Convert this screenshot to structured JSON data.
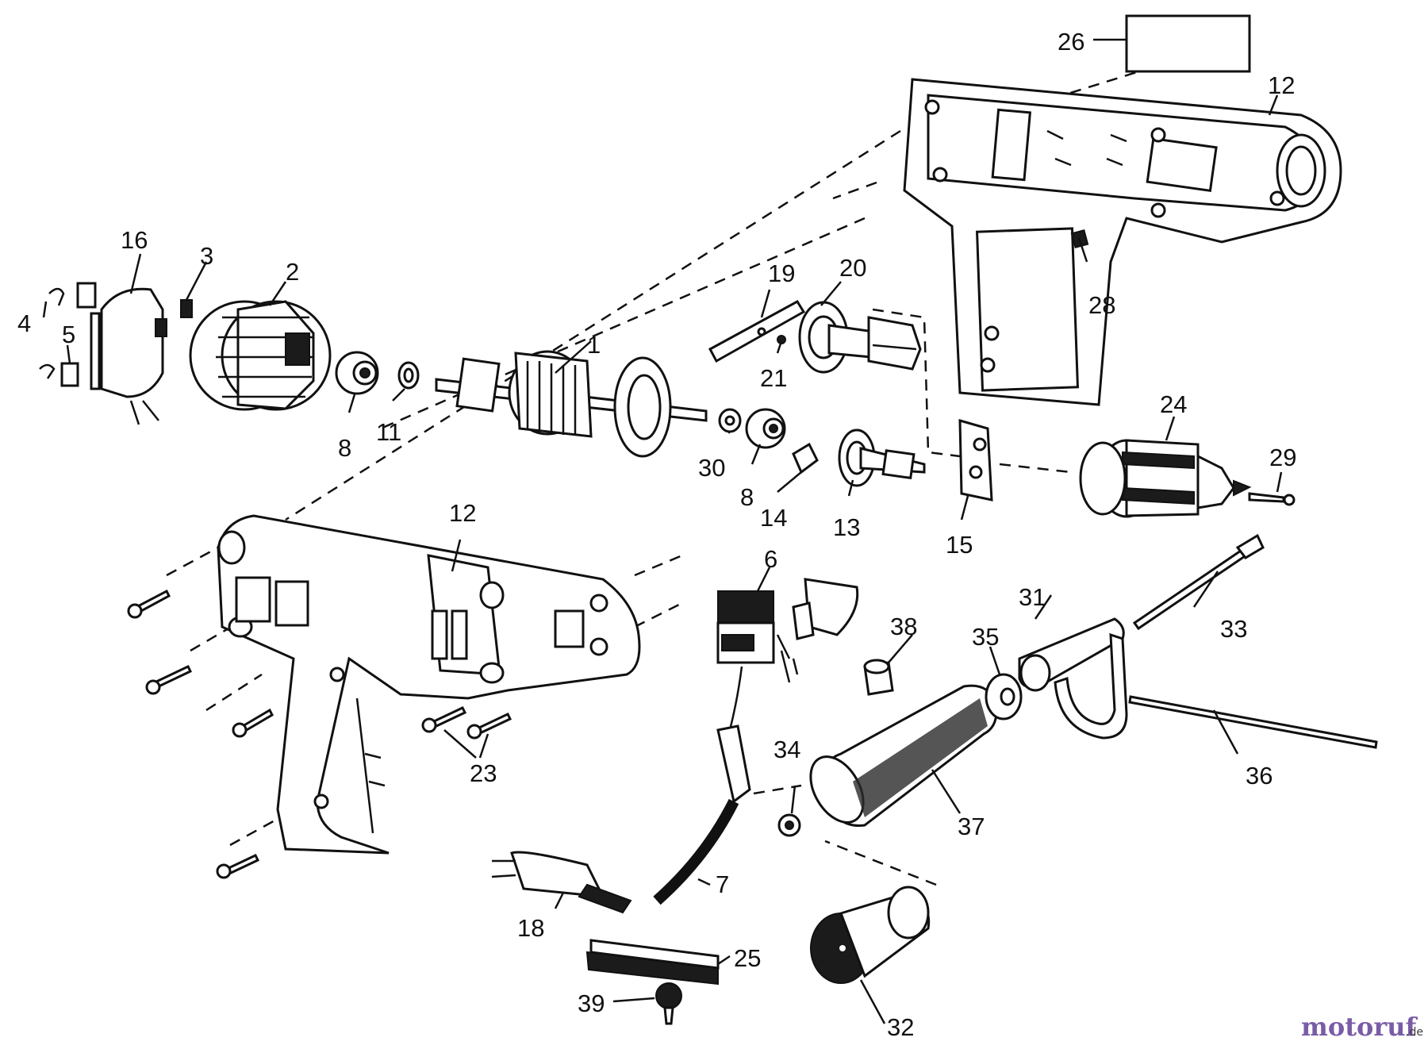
{
  "diagram": {
    "part_numbers": {
      "p1": "1",
      "p2": "2",
      "p3": "3",
      "p4": "4",
      "p5": "5",
      "p6": "6",
      "p7": "7",
      "p8a": "8",
      "p8b": "8",
      "p11": "11",
      "p12a": "12",
      "p12b": "12",
      "p13": "13",
      "p14": "14",
      "p15": "15",
      "p16": "16",
      "p18": "18",
      "p19": "19",
      "p20": "20",
      "p21": "21",
      "p23": "23",
      "p24": "24",
      "p25": "25",
      "p26": "26",
      "p28": "28",
      "p29": "29",
      "p30": "30",
      "p31": "31",
      "p32": "32",
      "p33": "33",
      "p34": "34",
      "p35": "35",
      "p36": "36",
      "p37": "37",
      "p38": "38",
      "p39": "39"
    }
  },
  "watermark": {
    "brand": "motoruf",
    "suffix": ".de"
  },
  "colors": {
    "ink": "#111111",
    "watermark_a": "#7a5ca6",
    "watermark_b": "#e0a030"
  }
}
